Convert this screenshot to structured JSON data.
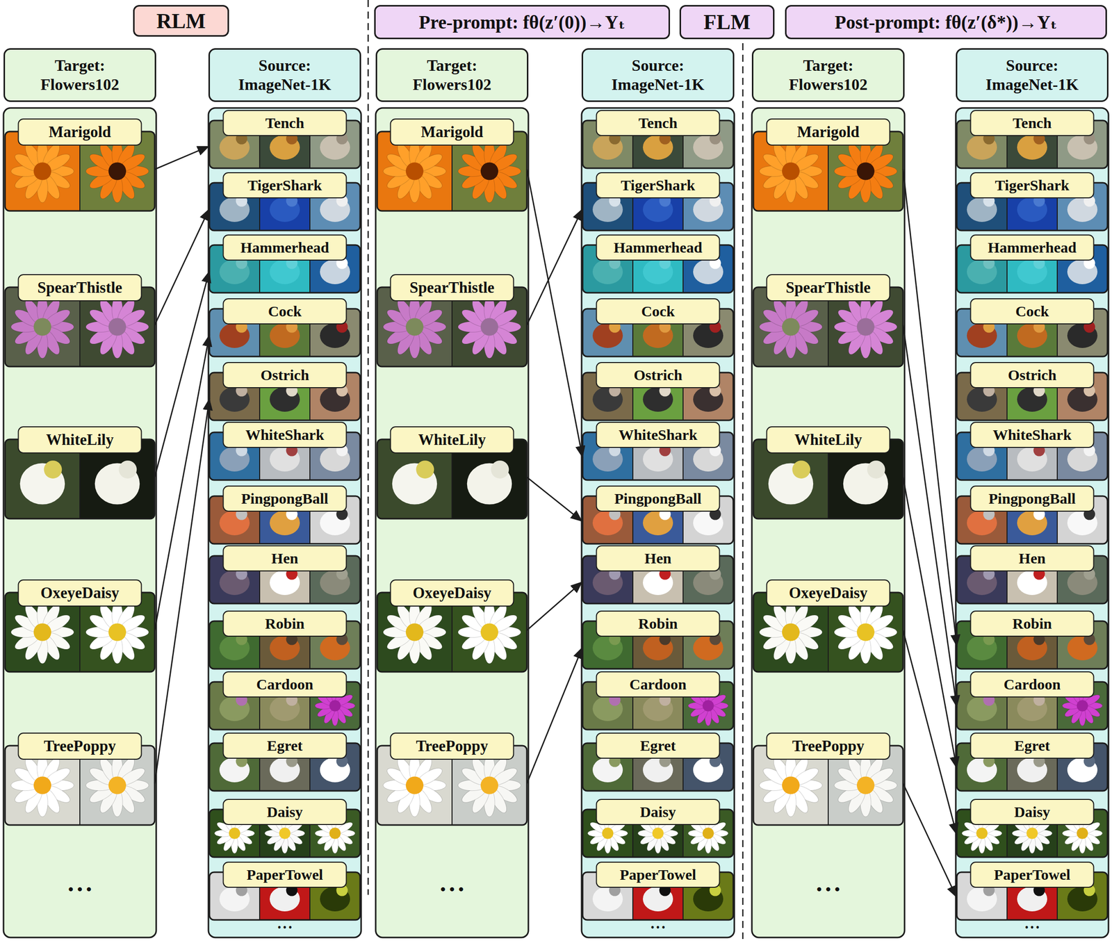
{
  "diagram": {
    "nodes": [
      {
        "text": [
          "RLM"
        ]
      },
      {
        "text": [
          "Pre-prompt: fθ(z′(0))→Yₜ"
        ]
      },
      {
        "text": [
          "FLM"
        ]
      },
      {
        "text": [
          "Post-prompt: fθ(z′(δ*))→Yₜ"
        ]
      },
      {
        "text": [
          "Target: Flowers102"
        ]
      },
      {
        "text": [
          "Marigold"
        ]
      },
      {
        "text": [
          "SpearThistle"
        ]
      },
      {
        "text": [
          "WhiteLily"
        ]
      },
      {
        "text": [
          "OxeyeDaisy"
        ]
      },
      {
        "text": [
          "TreePoppy"
        ]
      },
      {
        "text": [
          "Source: ImageNet-1K"
        ]
      },
      {
        "text": [
          "Tench"
        ]
      },
      {
        "text": [
          "TigerShark"
        ]
      },
      {
        "text": [
          "Hammerhead"
        ]
      },
      {
        "text": [
          "Cock"
        ]
      },
      {
        "text": [
          "Ostrich"
        ]
      },
      {
        "text": [
          "WhiteShark"
        ]
      },
      {
        "text": [
          "PingpongBall"
        ]
      },
      {
        "text": [
          "Hen"
        ]
      },
      {
        "text": [
          "Robin"
        ]
      },
      {
        "text": [
          "Cardoon"
        ]
      },
      {
        "text": [
          "Egret"
        ]
      },
      {
        "text": [
          "Daisy"
        ]
      },
      {
        "text": [
          "PaperTowel"
        ]
      },
      {
        "text": [
          "Target: Flowers102"
        ]
      },
      {
        "text": [
          "Marigold"
        ]
      },
      {
        "text": [
          "SpearThistle"
        ]
      },
      {
        "text": [
          "WhiteLily"
        ]
      },
      {
        "text": [
          "OxeyeDaisy"
        ]
      },
      {
        "text": [
          "TreePoppy"
        ]
      },
      {
        "text": [
          "Source: ImageNet-1K"
        ]
      },
      {
        "text": [
          "Tench"
        ]
      },
      {
        "text": [
          "TigerShark"
        ]
      },
      {
        "text": [
          "Hammerhead"
        ]
      },
      {
        "text": [
          "Cock"
        ]
      },
      {
        "text": [
          "Ostrich"
        ]
      },
      {
        "text": [
          "WhiteShark"
        ]
      },
      {
        "text": [
          "PingpongBall"
        ]
      },
      {
        "text": [
          "Hen"
        ]
      },
      {
        "text": [
          "Robin"
        ]
      },
      {
        "text": [
          "Cardoon"
        ]
      },
      {
        "text": [
          "Egret"
        ]
      },
      {
        "text": [
          "Daisy"
        ]
      },
      {
        "text": [
          "PaperTowel"
        ]
      },
      {
        "text": [
          "Target: Flowers102"
        ]
      },
      {
        "text": [
          "Marigold"
        ]
      },
      {
        "text": [
          "SpearThistle"
        ]
      },
      {
        "text": [
          "WhiteLily"
        ]
      },
      {
        "text": [
          "OxeyeDaisy"
        ]
      },
      {
        "text": [
          "TreePoppy"
        ]
      },
      {
        "text": [
          "Source: ImageNet-1K"
        ]
      },
      {
        "text": [
          "Tench"
        ]
      },
      {
        "text": [
          "TigerShark"
        ]
      },
      {
        "text": [
          "Hammerhead"
        ]
      },
      {
        "text": [
          "Cock"
        ]
      },
      {
        "text": [
          "Ostrich"
        ]
      },
      {
        "text": [
          "WhiteShark"
        ]
      },
      {
        "text": [
          "PingpongBall"
        ]
      },
      {
        "text": [
          "Hen"
        ]
      },
      {
        "text": [
          "Robin"
        ]
      },
      {
        "text": [
          "Cardoon"
        ]
      },
      {
        "text": [
          "Egret"
        ]
      },
      {
        "text": [
          "Daisy"
        ]
      },
      {
        "text": [
          "PaperTowel"
        ]
      }
    ],
    "edges": [
      {
        "from": 5,
        "to": 11,
        "arrow": "to"
      },
      {
        "from": 6,
        "to": 12,
        "arrow": "to"
      },
      {
        "from": 7,
        "to": 13,
        "arrow": "to"
      },
      {
        "from": 8,
        "to": 14,
        "arrow": "to"
      },
      {
        "from": 9,
        "to": 15,
        "arrow": "to"
      },
      {
        "from": 25,
        "to": 36,
        "arrow": "to"
      },
      {
        "from": 26,
        "to": 32,
        "arrow": "to"
      },
      {
        "from": 27,
        "to": 37,
        "arrow": "to"
      },
      {
        "from": 28,
        "to": 38,
        "arrow": "to"
      },
      {
        "from": 29,
        "to": 39,
        "arrow": "to"
      },
      {
        "from": 45,
        "to": 59,
        "arrow": "to"
      },
      {
        "from": 46,
        "to": 60,
        "arrow": "to"
      },
      {
        "from": 47,
        "to": 61,
        "arrow": "to"
      },
      {
        "from": 48,
        "to": 62,
        "arrow": "to"
      },
      {
        "from": 49,
        "to": 63,
        "arrow": "to"
      }
    ],
    "labels": [
      "• • •",
      "• • •",
      "• • •",
      "• • •",
      "• • •",
      "• • •"
    ]
  }
}
